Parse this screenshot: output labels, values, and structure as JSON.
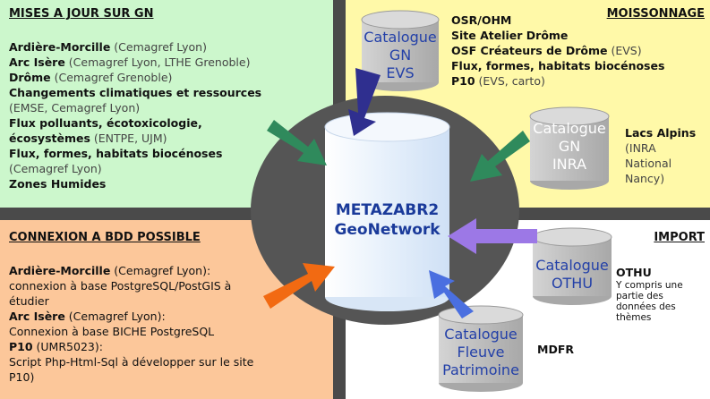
{
  "mises_a_jour": {
    "title": "MISES A JOUR SUR GN",
    "items": [
      {
        "bold": "Ardière-Morcille",
        "rest": " (Cemagref Lyon)"
      },
      {
        "bold": "Arc Isère",
        "rest": " (Cemagref Lyon, LTHE Grenoble)"
      },
      {
        "bold": "Drôme",
        "rest": " (Cemagref Grenoble)"
      },
      {
        "bold": "Changements climatiques et ressources",
        "rest": ""
      },
      {
        "bold": "",
        "rest": "(EMSE, Cemagref Lyon)"
      },
      {
        "bold": "Flux polluants, écotoxicologie,",
        "rest": ""
      },
      {
        "bold": "écosystèmes",
        "rest": " (ENTPE, UJM)"
      },
      {
        "bold": "Flux, formes, habitats biocénoses",
        "rest": ""
      },
      {
        "bold": "",
        "rest": "(Cemagref Lyon)"
      },
      {
        "bold": "Zones Humides",
        "rest": ""
      }
    ]
  },
  "moissonnage": {
    "title": "MOISSONNAGE",
    "items": [
      {
        "bold": "OSR/OHM",
        "rest": ""
      },
      {
        "bold": "Site Atelier Drôme",
        "rest": ""
      },
      {
        "bold": "OSF Créateurs de Drôme",
        "rest": " (EVS)"
      },
      {
        "bold": "Flux, formes, habitats biocénoses",
        "rest": ""
      },
      {
        "bold": "P10",
        "rest": " (EVS, carto)"
      }
    ],
    "lacs_alpins": {
      "title": "Lacs Alpins",
      "lines": [
        "(INRA",
        "National",
        "Nancy)"
      ]
    }
  },
  "connexion": {
    "title": "CONNEXION A BDD POSSIBLE",
    "items": [
      {
        "bold": "Ardière-Morcille",
        "rest": " (Cemagref Lyon):"
      },
      {
        "bold": "",
        "rest": "connexion à base PostgreSQL/PostGIS à"
      },
      {
        "bold": "",
        "rest": "étudier"
      },
      {
        "bold": "Arc Isère",
        "rest": " (Cemagref Lyon):"
      },
      {
        "bold": "",
        "rest": "Connexion à base BICHE PostgreSQL"
      },
      {
        "bold": "P10",
        "rest": " (UMR5023):"
      },
      {
        "bold": "",
        "rest": "Script Php-Html-Sql à développer sur le site"
      },
      {
        "bold": "",
        "rest": "P10)"
      }
    ]
  },
  "import": {
    "title": "IMPORT",
    "othu": {
      "title": "OTHU",
      "lines": [
        "Y compris une",
        "partie des",
        "données des",
        "thèmes"
      ]
    },
    "mdfr": "MDFR"
  },
  "center": {
    "line1": "METAZABR2",
    "line2": "GeoNetwork"
  },
  "catalogues": {
    "gn_evs": [
      "Catalogue",
      "GN",
      "EVS"
    ],
    "gn_inra": [
      "Catalogue",
      "GN",
      "INRA"
    ],
    "othu": [
      "Catalogue",
      "OTHU"
    ],
    "fleuve": [
      "Catalogue",
      "Fleuve",
      "Patrimoine"
    ]
  },
  "colors": {
    "green_panel": "#ccf7cc",
    "yellow_panel": "#fff9a8",
    "orange_panel": "#fcc79a",
    "dark_band": "#4a4a4a",
    "ring": "#555555",
    "cylinder": "#e6f0fb",
    "gray_cylinder": "#b9b9b9",
    "label_blue": "#2340a8",
    "arrow_navy": "#2f2f8f",
    "arrow_green": "#2f8a5c",
    "arrow_purple": "#9c78e6",
    "arrow_orange": "#f26a12",
    "arrow_blue": "#4a6fe0"
  }
}
